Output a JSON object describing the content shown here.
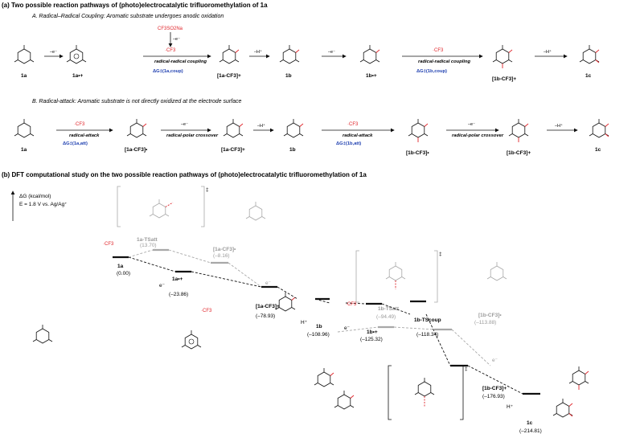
{
  "panel_a": {
    "header": "(a) Two possible reaction pathways of (photo)electrocatalytic trifluoromethylation of 1a",
    "pathway_a_title": "A. Radical–Radical Coupling: Aromatic substrate undergoes anodic oxidation",
    "pathway_b_title": "B. Radical-attack: Aromatic substrate is not directly oxidized at the electrode surface",
    "reagent": "CF3SO2Na",
    "minus_e": "–e⁻",
    "minus_h": "–H⁺",
    "cf3_radical": "·CF3",
    "radical_radical_coupling": "radical-radical coupling",
    "radical_attack": "radical-attack",
    "radical_polar_crossover": "radical-polar crossover",
    "dg_1a_coup": "ΔG‡(1a,coup)",
    "dg_1b_coup": "ΔG‡(1b,coup)",
    "dg_1a_att": "ΔG‡(1a,att)",
    "dg_1b_att": "ΔG‡(1b,att)",
    "row_a_compounds": [
      "1a",
      "1a•+",
      "[1a-CF3]+",
      "1b",
      "1b•+",
      "[1b-CF3]+",
      "1c"
    ],
    "row_b_compounds": [
      "1a",
      "[1a-CF3]•",
      "[1a-CF3]+",
      "1b",
      "[1b-CF3]•",
      "[1b-CF3]+",
      "1c"
    ]
  },
  "panel_b": {
    "header": "(b) DFT computational study on the two possible reaction pathways of (photo)electrocatalytic trifluoromethylation of 1a",
    "axis_label": "ΔG (kcal/mol)",
    "potential": "E = 1.8 V vs. Ag/Ag⁺",
    "levels": [
      {
        "label": "1a",
        "value": "(0.00)"
      },
      {
        "label": "1a•+",
        "value": "(–23.86)"
      },
      {
        "label": "[1a-CF3]+",
        "value": "(–78.93)"
      },
      {
        "label": "1b",
        "value": "(–108.96)"
      },
      {
        "label": "1b•+",
        "value": "(–125.32)"
      },
      {
        "label": "1b-TScoup",
        "value": "(–118.34)"
      },
      {
        "label": "[1b-CF3]+",
        "value": "(–176.93)"
      },
      {
        "label": "1c",
        "value": "(–214.81)"
      }
    ],
    "gray_levels": [
      {
        "label": "1a-TSatt",
        "value": "(13.70)"
      },
      {
        "label": "[1a-CF3]•",
        "value": "(–8.16)"
      },
      {
        "label": "1b-TSatt",
        "value": "(–94.49)"
      },
      {
        "label": "[1b-CF3]•",
        "value": "(–113.88)"
      }
    ],
    "ts_mark": "‡",
    "e_minus": "e⁻",
    "h_plus": "H⁺"
  }
}
